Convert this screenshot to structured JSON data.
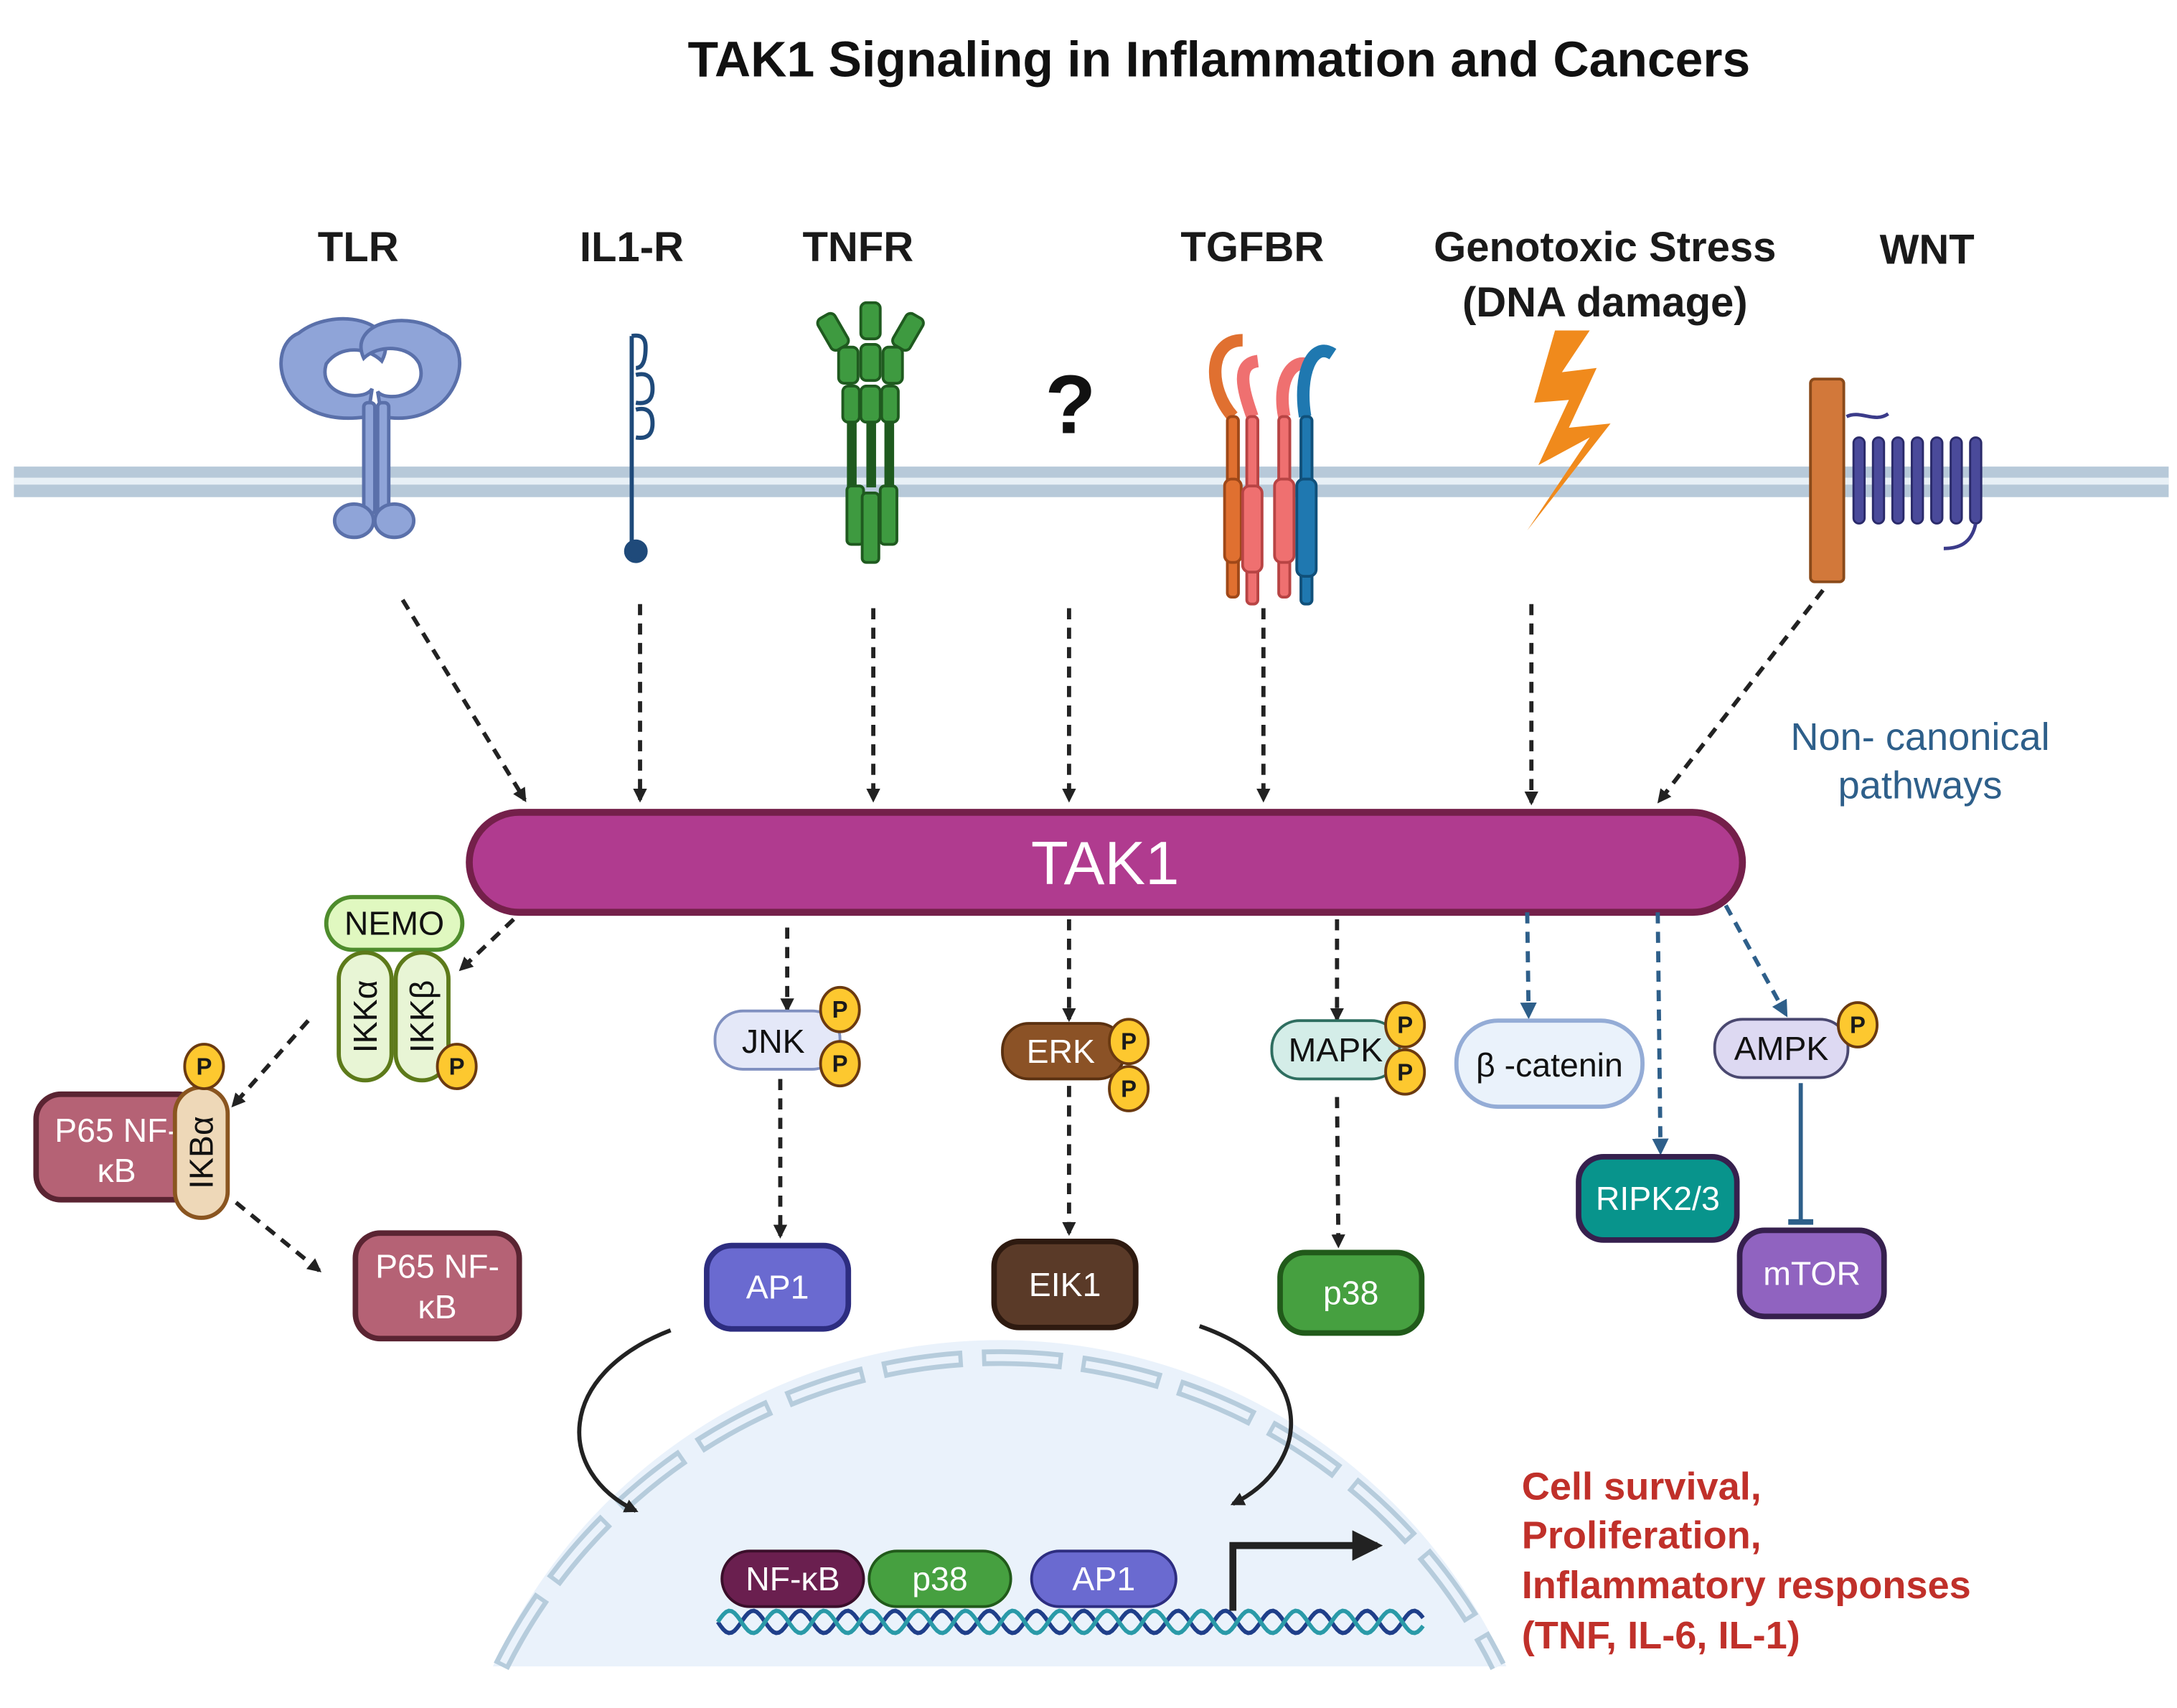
{
  "title": "TAK1 Signaling in Inflammation and Cancers",
  "stimuli": {
    "tlr": "TLR",
    "il1r": "IL1-R",
    "tnfr": "TNFR",
    "unknown": "?",
    "tgfbr": "TGFBR",
    "genotoxic_line1": "Genotoxic Stress",
    "genotoxic_line2": "(DNA damage)",
    "wnt": "WNT"
  },
  "non_canonical": {
    "line1": "Non- canonical",
    "line2": "pathways"
  },
  "hub": "TAK1",
  "phospho_label": "P",
  "nfkb_branch": {
    "nemo": "NEMO",
    "ikka": "IKKα",
    "ikkb": "IKKβ",
    "ikba": "IKBα",
    "p65_bound_line1": "P65 NF-",
    "p65_bound_line2": "κB",
    "p65_free_line1": "P65 NF-",
    "p65_free_line2": "κB"
  },
  "kinases": {
    "jnk": "JNK",
    "erk": "ERK",
    "mapk": "MAPK",
    "beta_catenin": "β -catenin",
    "ampk": "AMPK"
  },
  "targets": {
    "ap1": "AP1",
    "eik1": "EIK1",
    "p38": "p38",
    "ripk": "RIPK2/3",
    "mtor": "mTOR"
  },
  "nucleus": {
    "nfkb": "NF-κB",
    "p38": "p38",
    "ap1": "AP1"
  },
  "outcomes": [
    "Cell survival,",
    "Proliferation,",
    "Inflammatory responses",
    "(TNF, IL-6, IL-1)"
  ],
  "colors": {
    "tak1": "#b03b8f",
    "non_canonical": "#2e5f8a",
    "outcome_text": "#c0302a",
    "phospho": "#fdc82f",
    "membrane": "#b7c9d9"
  }
}
